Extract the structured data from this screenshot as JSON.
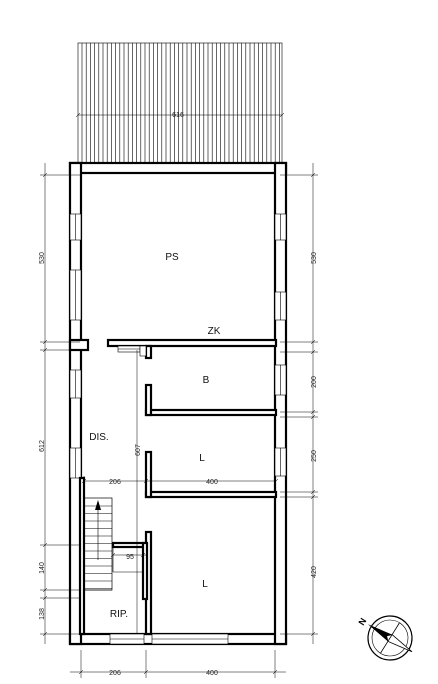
{
  "rooms": {
    "ps": "PS",
    "zk": "ZK",
    "b": "B",
    "l_upper": "L",
    "l_lower": "L",
    "dis": "DIS.",
    "rip": "RIP."
  },
  "dimensions": {
    "terrace_width": "616",
    "left_top": "530",
    "right_top": "530",
    "left_middle": "612",
    "corridor_length": "607",
    "right_b": "200",
    "right_l": "250",
    "right_lower": "420",
    "stair_width": "206",
    "room_width": "400",
    "wc_width": "95",
    "left_stair": "140",
    "left_rip": "138",
    "bottom_left": "206",
    "bottom_right": "400"
  }
}
